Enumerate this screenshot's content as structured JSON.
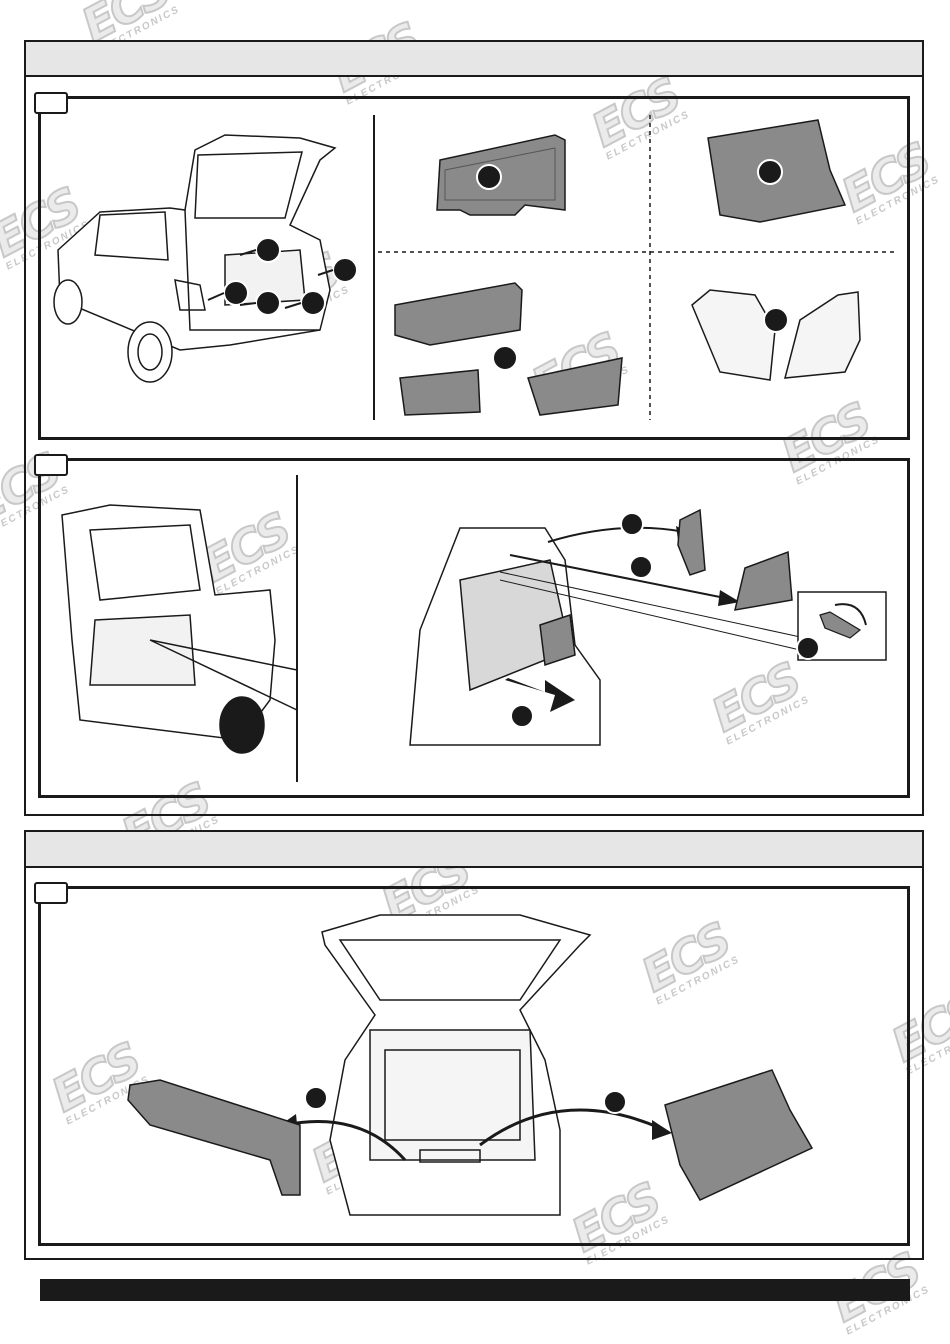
{
  "watermark": {
    "logo": "ECS",
    "sub": "ELECTRONICS"
  },
  "sections": [
    {
      "name": "section-disassembly",
      "panels": [
        "panel-1",
        "panel-2"
      ]
    },
    {
      "name": "section-reassembly",
      "panels": [
        "panel-3"
      ]
    }
  ],
  "colors": {
    "line": "#1a1a1a",
    "header": "#e6e6e6",
    "part_fill": "#8a8a8a",
    "watermark": "#c8c8c8"
  },
  "icons": [
    "hatchback-car-illustration",
    "rear-shelf-part",
    "floor-mat-part",
    "trim-panel-part",
    "tail-light-part",
    "trunk-interior-illustration",
    "hook-part",
    "curved-arrow-icon"
  ]
}
